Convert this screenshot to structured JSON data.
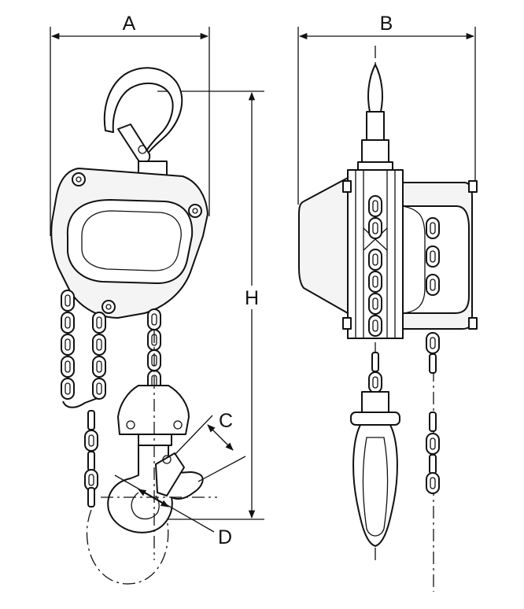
{
  "diagram": {
    "dimension_labels": {
      "a": "A",
      "b": "B",
      "c": "C",
      "d": "D",
      "h": "H"
    }
  }
}
